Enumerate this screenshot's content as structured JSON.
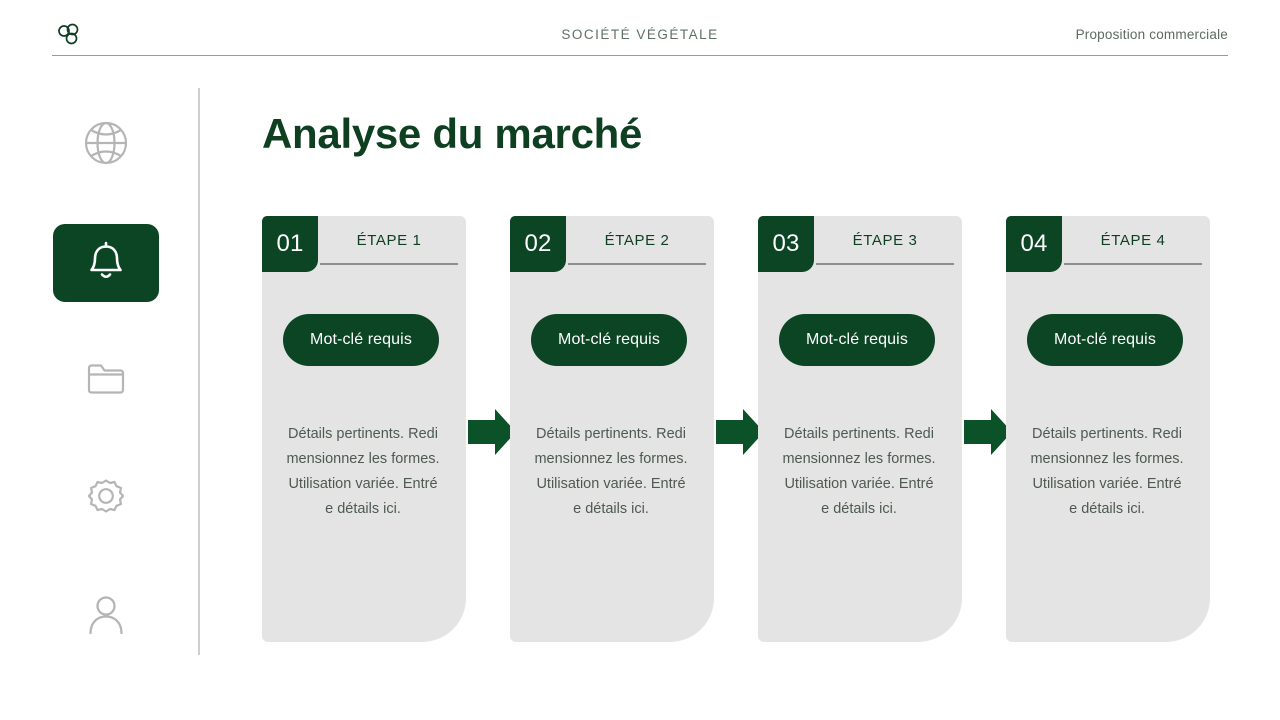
{
  "header": {
    "logo_icon": "three-circles-logo",
    "company": "SOCIÉTÉ VÉGÉTALE",
    "doc_type": "Proposition commerciale"
  },
  "sidebar": {
    "items": [
      {
        "icon": "globe-icon",
        "name": "globe",
        "active": false
      },
      {
        "icon": "bell-icon",
        "name": "bell",
        "active": true
      },
      {
        "icon": "folder-icon",
        "name": "folder",
        "active": false
      },
      {
        "icon": "gear-icon",
        "name": "gear",
        "active": false
      },
      {
        "icon": "user-icon",
        "name": "user",
        "active": false
      }
    ]
  },
  "main": {
    "title": "Analyse du marché",
    "steps": [
      {
        "number": "01",
        "label": "ÉTAPE 1",
        "keyword": "Mot-clé requis",
        "body": "Détails pertinents. Redimensionnez les formes. Utilisation variée. Entrée détails ici."
      },
      {
        "number": "02",
        "label": "ÉTAPE 2",
        "keyword": "Mot-clé requis",
        "body": "Détails pertinents. Redimensionnez les formes. Utilisation variée. Entrée détails ici."
      },
      {
        "number": "03",
        "label": "ÉTAPE 3",
        "keyword": "Mot-clé requis",
        "body": "Détails pertinents. Redimensionnez les formes. Utilisation variée. Entrée détails ici."
      },
      {
        "number": "04",
        "label": "ÉTAPE 4",
        "keyword": "Mot-clé requis",
        "body": "Détails pertinents. Redimensionnez les formes. Utilisation variée. Entrée détails ici."
      }
    ],
    "arrow_icon": "arrow-right-icon"
  },
  "colors": {
    "brand_green": "#0b4524",
    "title_green": "#0d3f20",
    "card_gray": "#e4e4e4",
    "icon_gray": "#b5b5b5",
    "body_text": "#4d5a50"
  }
}
